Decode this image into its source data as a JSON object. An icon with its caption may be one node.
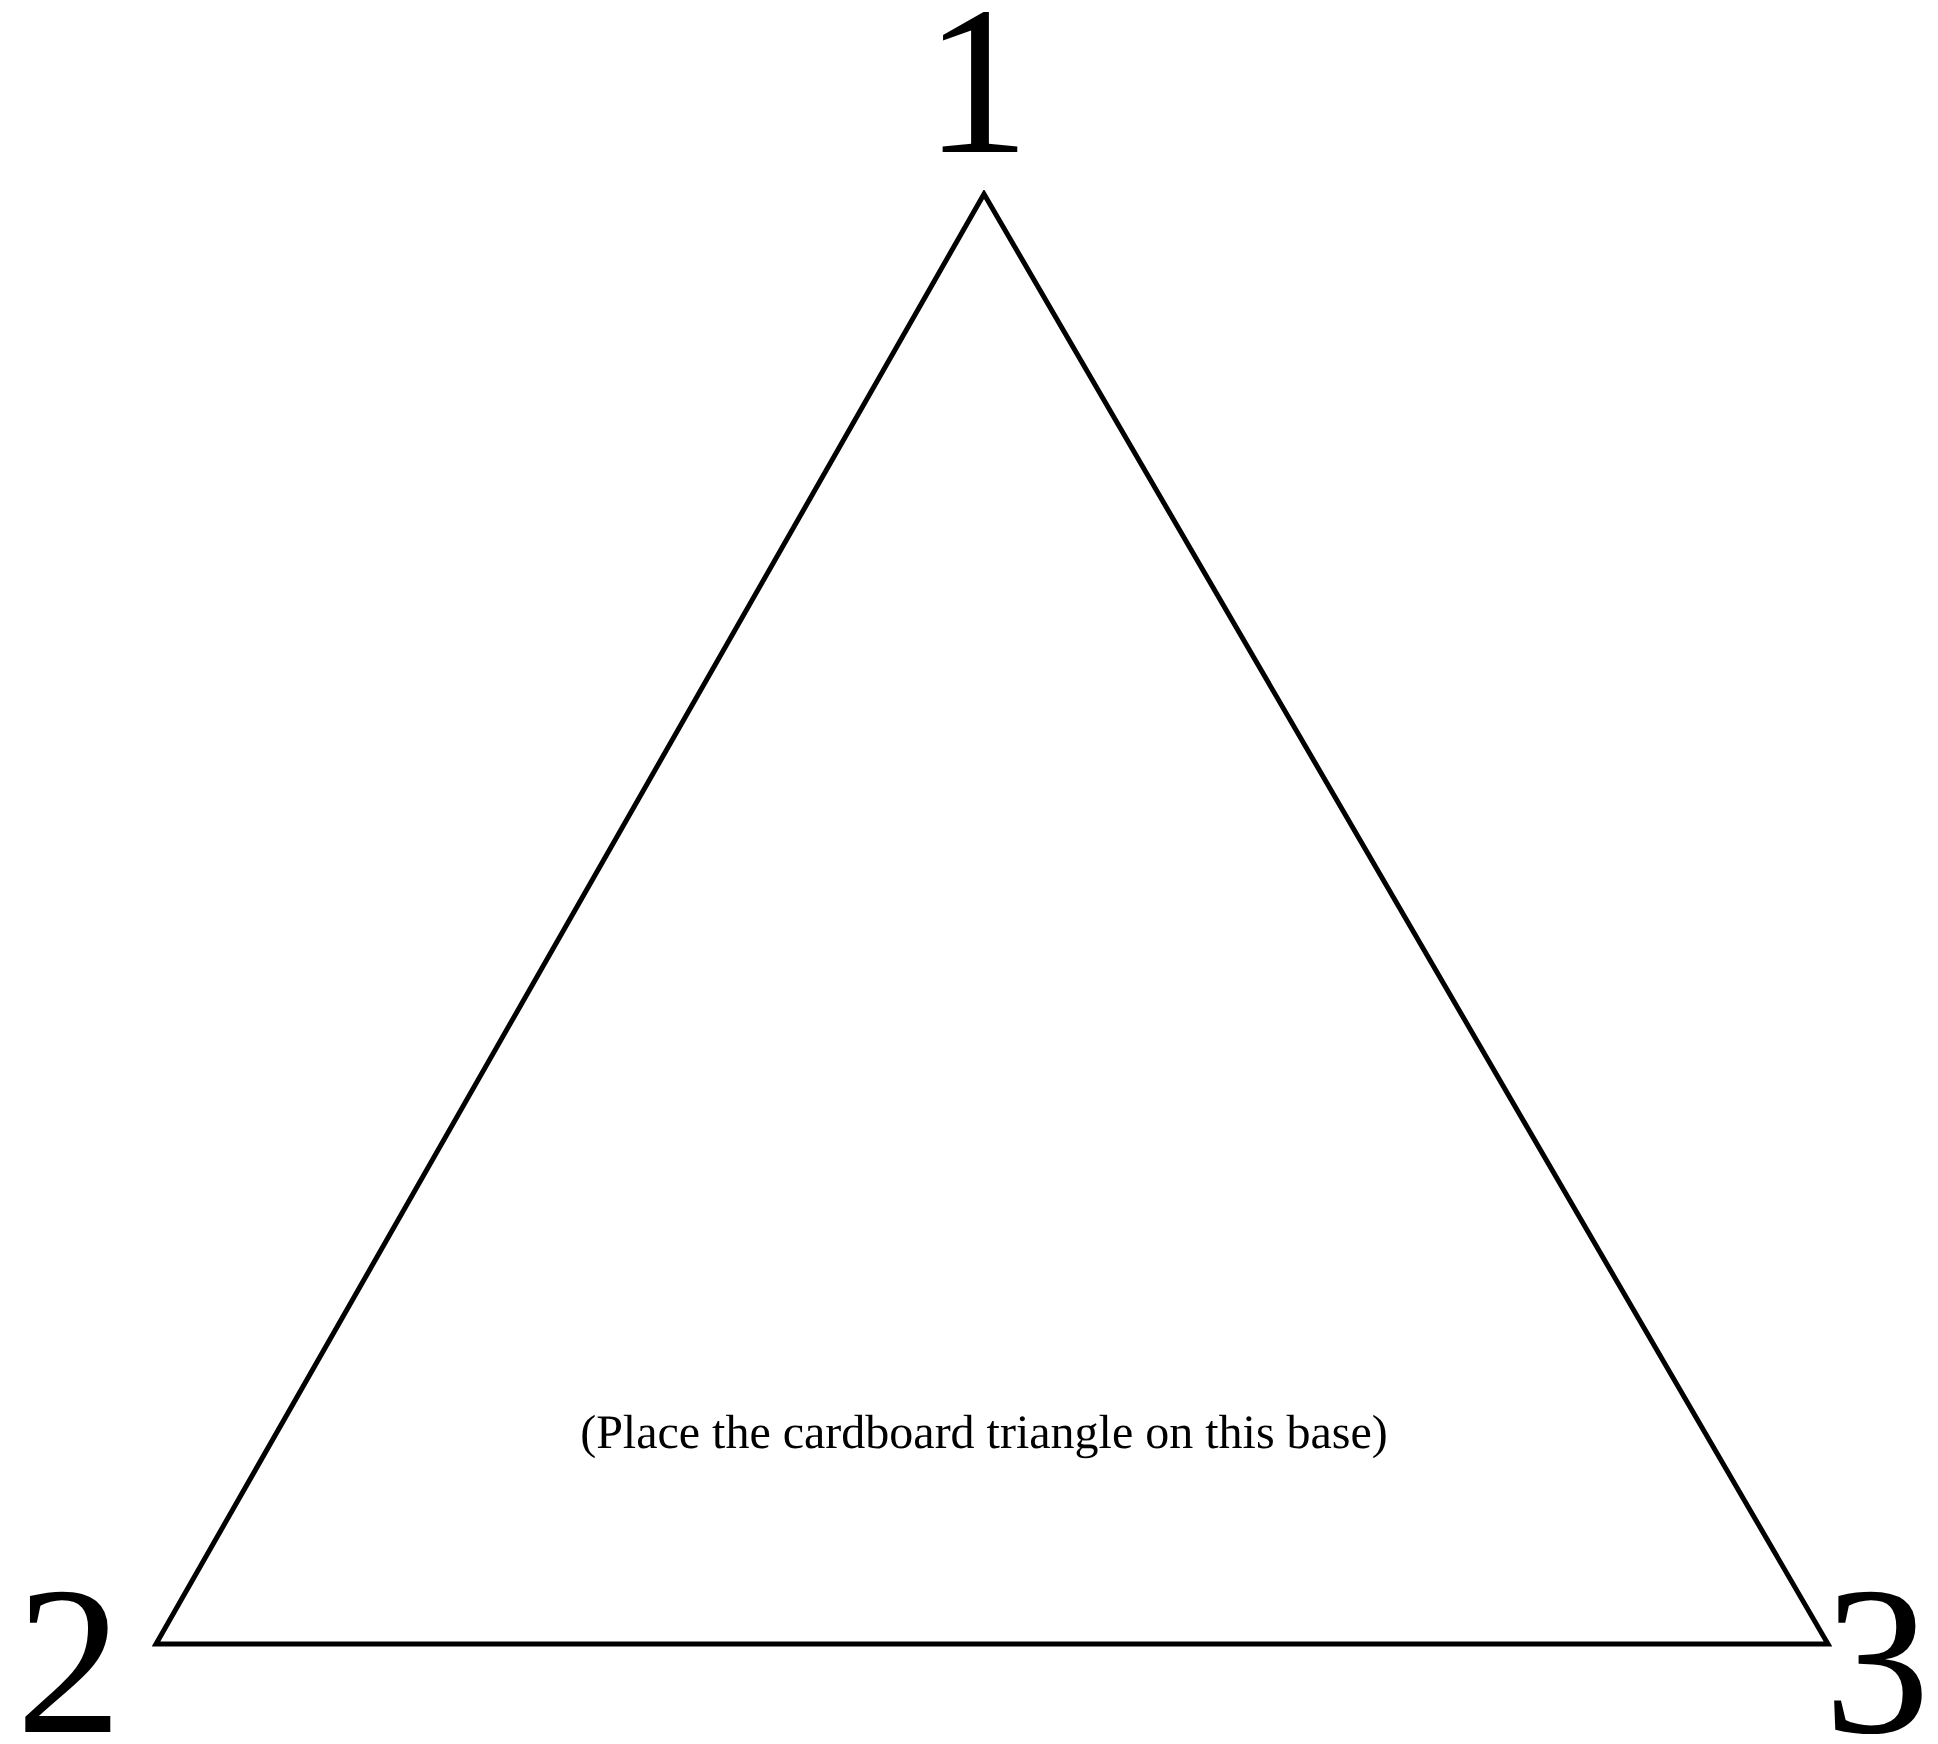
{
  "diagram": {
    "nodes": [
      {
        "text": [
          "(Place the cardboard triangle on this base)"
        ]
      }
    ],
    "labels": [
      "1",
      "2",
      "3"
    ]
  }
}
